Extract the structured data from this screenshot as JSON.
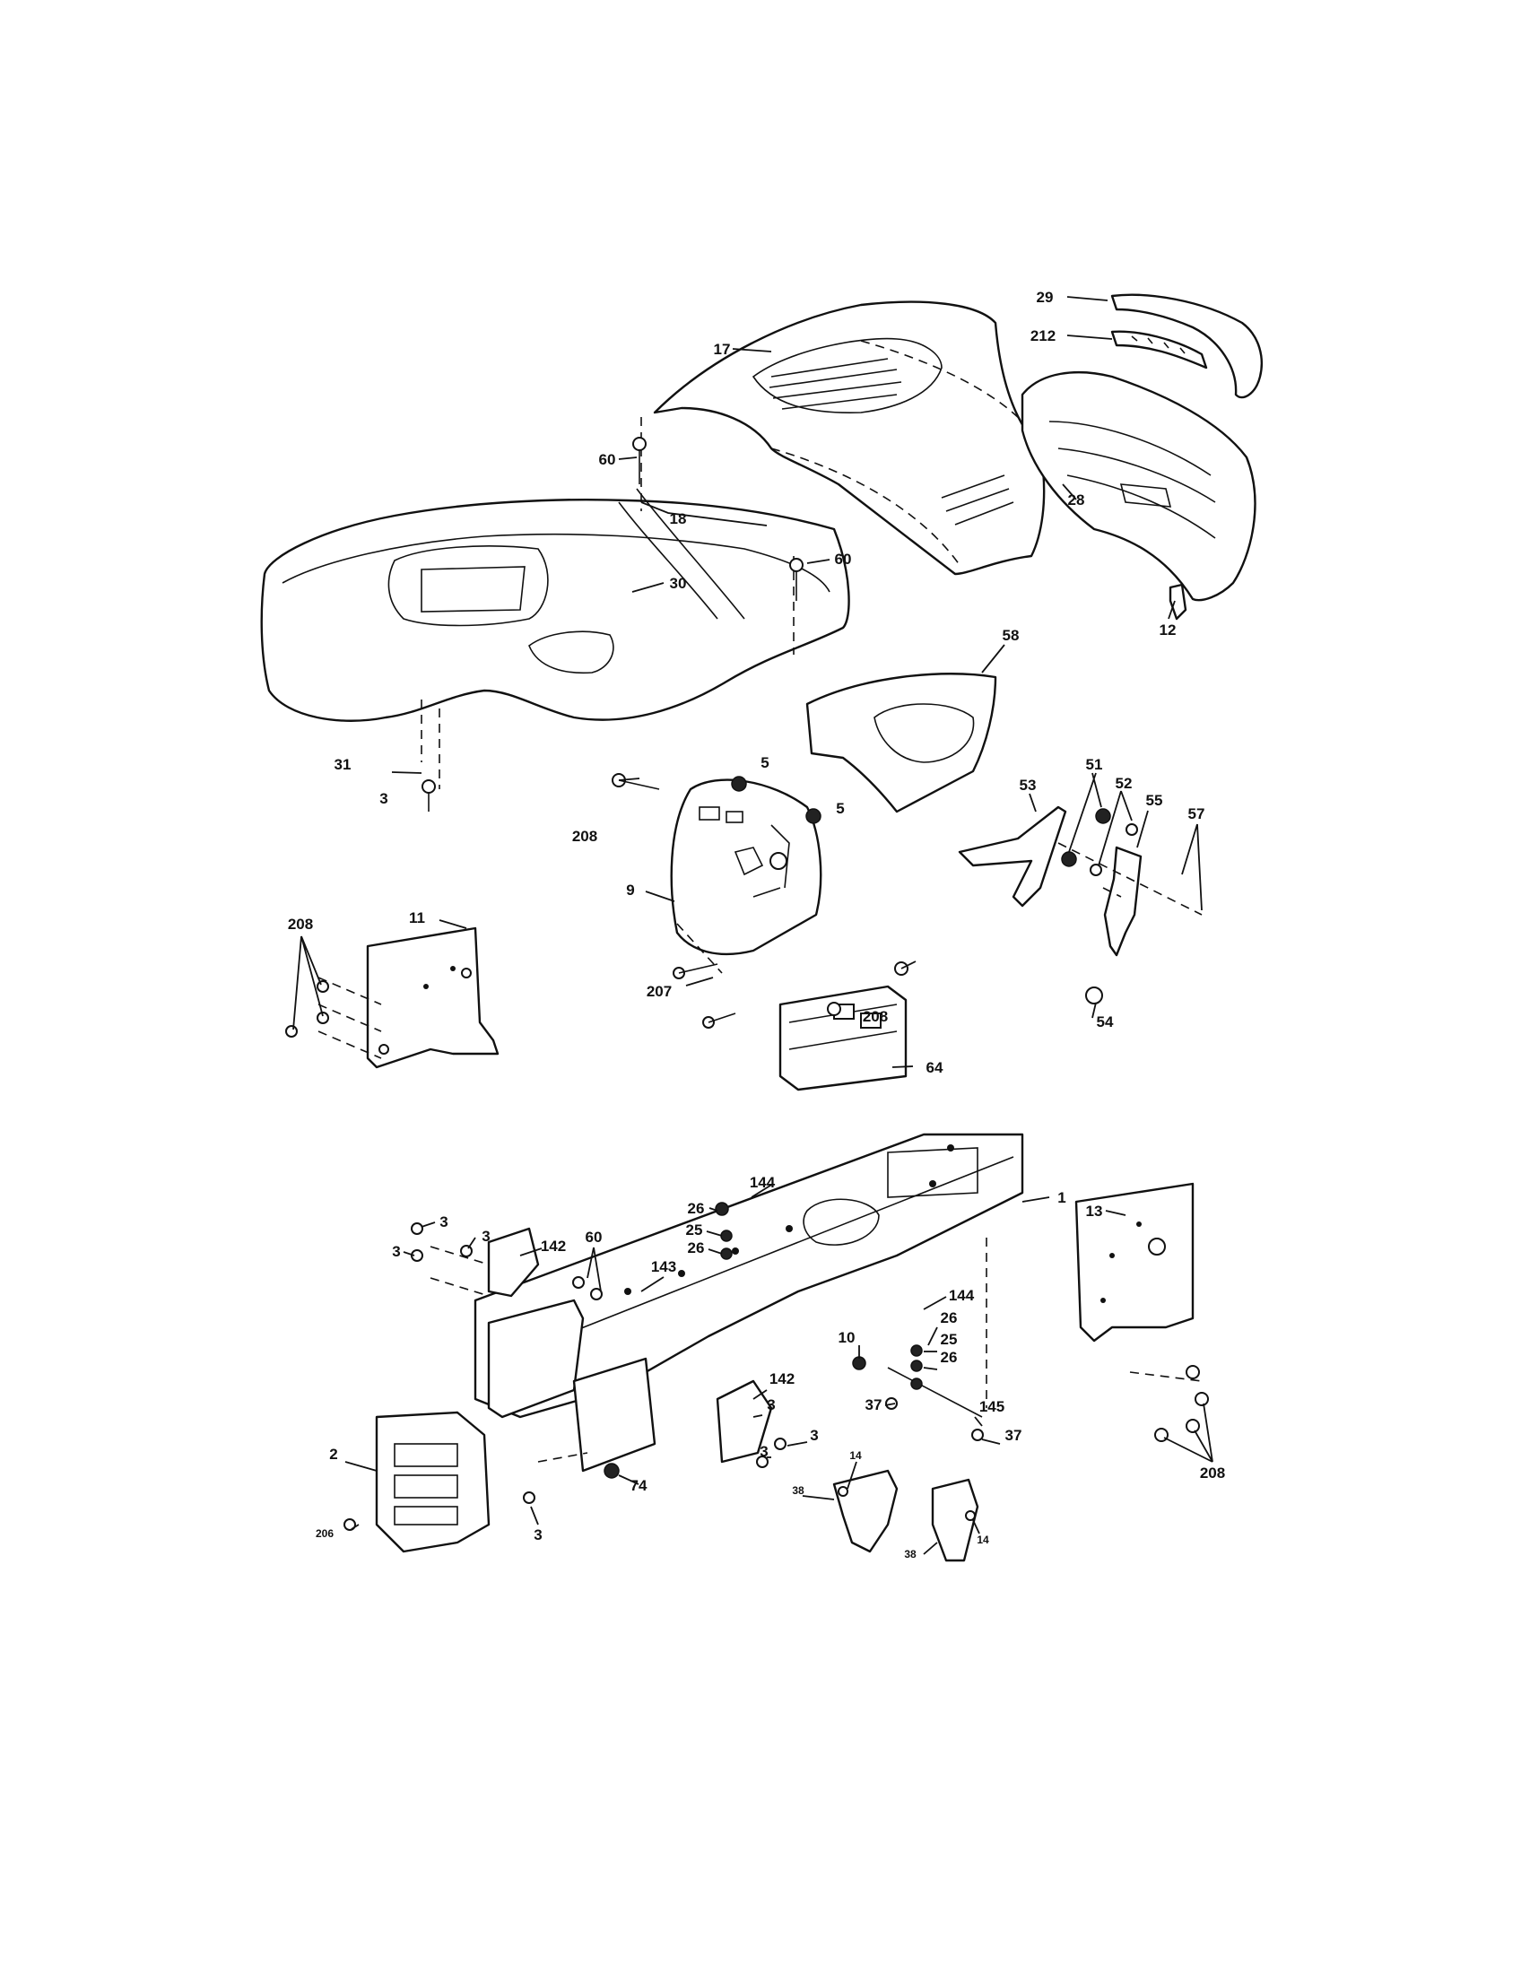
{
  "callouts": {
    "c29": "29",
    "c212": "212",
    "c17": "17",
    "c60a": "60",
    "c18": "18",
    "c28": "28",
    "c60b": "60",
    "c30": "30",
    "c12": "12",
    "c58": "58",
    "c5a": "5",
    "c5b": "5",
    "c208a": "208",
    "c53": "53",
    "c51": "51",
    "c52": "52",
    "c55": "55",
    "c57": "57",
    "c31": "31",
    "c3a": "3",
    "c9": "9",
    "c208b": "208",
    "c11": "11",
    "c208c": "208",
    "c207": "207",
    "c54": "54",
    "c64": "64",
    "c1": "1",
    "c144a": "144",
    "c13": "13",
    "c26a": "26",
    "c25a": "25",
    "c26b": "26",
    "c3b": "3",
    "c3c": "3",
    "c3d": "3",
    "c60c": "60",
    "c142a": "142",
    "c143": "143",
    "c144b": "144",
    "c26c": "26",
    "c10": "10",
    "c25b": "25",
    "c26d": "26",
    "c142b": "142",
    "c3e": "3",
    "c37a": "37",
    "c145": "145",
    "c3f": "3",
    "c3g": "3",
    "c37b": "37",
    "c2": "2",
    "c74": "74",
    "c14a": "14",
    "c208d": "208",
    "c38a": "38",
    "c206": "206",
    "c3h": "3",
    "c38b": "38",
    "c14b": "14"
  }
}
